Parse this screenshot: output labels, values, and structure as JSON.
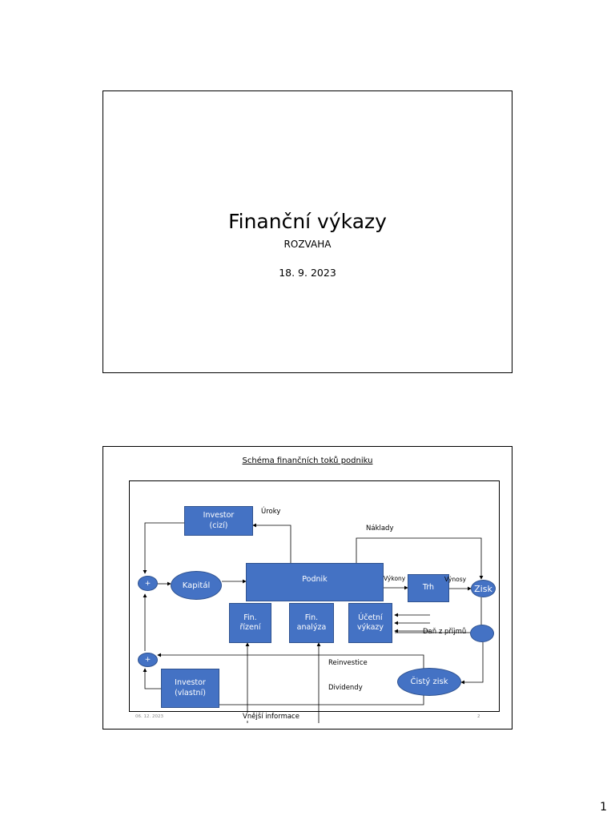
{
  "slide1": {
    "title": "Finanční výkazy",
    "subtitle": "ROZVAHA",
    "date": "18. 9. 2023"
  },
  "slide2": {
    "title": "Schéma finančních toků podniku",
    "boxes": {
      "investor_cizi": "Investor\n(cizí)",
      "podnik": "Podnik",
      "trh": "Trh",
      "fin_rizeni": "Fin.\nřízení",
      "fin_analyza": "Fin.\nanalýza",
      "ucetni_vykazy": "Účetní\nvýkazy",
      "investor_vlastni": "Investor\n(vlastní)"
    },
    "ellipses": {
      "plus_top": "+",
      "kapital": "Kapitál",
      "zisk": "Zisk",
      "tax_node": "",
      "plus_bottom": "+",
      "cisty_zisk": "Čistý zisk"
    },
    "labels": {
      "uroky": "Úroky",
      "naklady": "Náklady",
      "vykony": "Výkony",
      "vynosy": "Výnosy",
      "dan": "Daň z příjmů",
      "reinvestice": "Reinvestice",
      "dividendy": "Dividendy",
      "vnejsi": "Vnější informace"
    },
    "footer_date": "06. 12. 2023",
    "footer_page": "2"
  },
  "page_number": "1",
  "colors": {
    "box_fill": "#4472c4",
    "box_border": "#2f528f"
  }
}
